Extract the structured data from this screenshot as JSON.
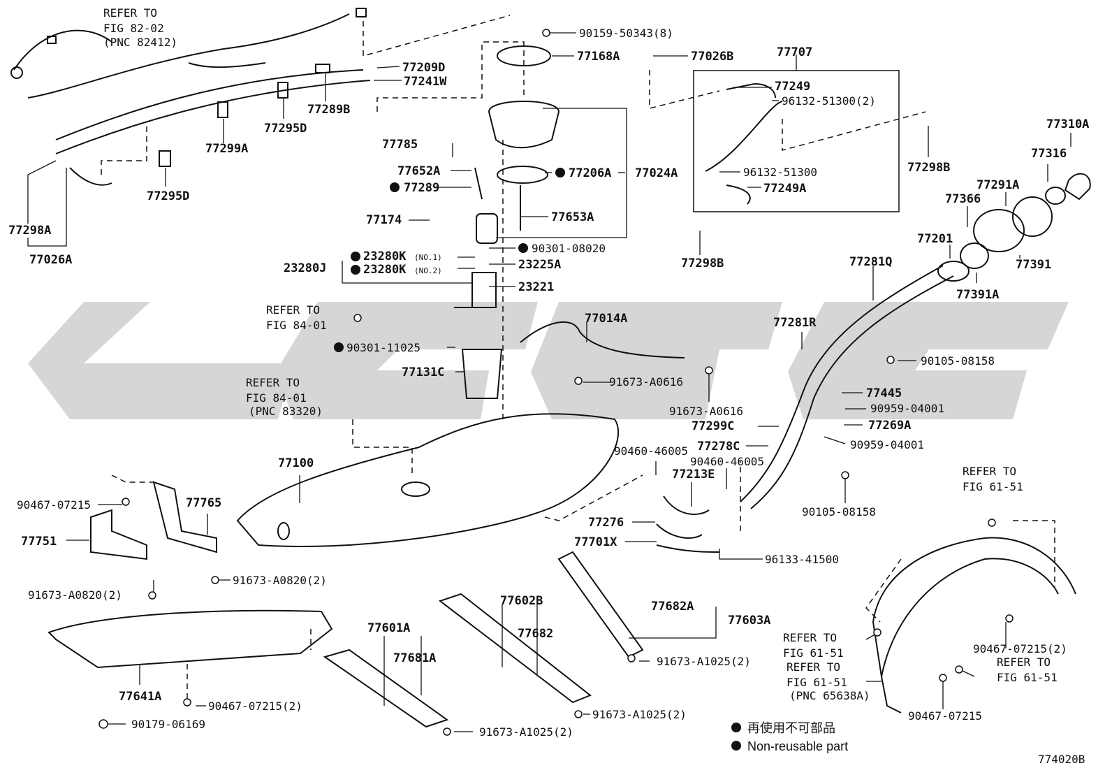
{
  "diagram": {
    "code": "774020B",
    "legend": [
      {
        "marker": "●",
        "text": "再使用不可部品"
      },
      {
        "marker": "●",
        "text": "Non-reusable part"
      }
    ],
    "refs": {
      "fig82": [
        "REFER TO",
        "FIG 82-02",
        "(PNC 82412)"
      ],
      "fig84a": [
        "REFER TO",
        "FIG 84-01"
      ],
      "fig84b": [
        "REFER TO",
        "FIG 84-01",
        "(PNC 83320)"
      ],
      "fig61a": [
        "REFER TO",
        "FIG 61-51"
      ],
      "fig61b": [
        "REFER TO",
        "FIG 61-51"
      ],
      "fig61c": [
        "REFER TO",
        "FIG 61-51",
        "(PNC 65638A)"
      ],
      "fig61d": [
        "REFER TO",
        "FIG 61-51"
      ]
    },
    "labels": {
      "p90159": "90159-50343(8)",
      "p77168A": "77168A",
      "p77026B": "77026B",
      "p77707": "77707",
      "p77209D": "77209D",
      "p77241W": "77241W",
      "p77289B": "77289B",
      "p77295D_a": "77295D",
      "p77299A": "77299A",
      "p77295D_b": "77295D",
      "p77298A": "77298A",
      "p77026A": "77026A",
      "p77249": "77249",
      "p96132_2": "96132-51300(2)",
      "p96132": "96132-51300",
      "p77249A": "77249A",
      "p77298B_a": "77298B",
      "p77298B_b": "77298B",
      "p77310A": "77310A",
      "p77316": "77316",
      "p77291A": "77291A",
      "p77366": "77366",
      "p77201": "77201",
      "p77391": "77391",
      "p77391A": "77391A",
      "p77785": "77785",
      "p77652A": "77652A",
      "p77206A": "77206A",
      "p77024A": "77024A",
      "p77289": "77289",
      "p77174": "77174",
      "p77653A": "77653A",
      "p23280K1": "23280K",
      "p23280K2": "23280K",
      "no1": "(NO.1)",
      "no2": "(NO.2)",
      "p23280J": "23280J",
      "p90301_08020": "90301-08020",
      "p23225A": "23225A",
      "p23221": "23221",
      "p77281Q": "77281Q",
      "p77014A": "77014A",
      "p77281R": "77281R",
      "p90301_11025": "90301-11025",
      "p90105_a": "90105-08158",
      "p77131C": "77131C",
      "p91673_A0616_a": "91673-A0616",
      "p91673_A0616_b": "91673-A0616",
      "p77445": "77445",
      "p90959_a": "90959-04001",
      "p77299C": "77299C",
      "p77269A": "77269A",
      "p90959_b": "90959-04001",
      "p90460_a": "90460-46005",
      "p77278C": "77278C",
      "p90460_b": "90460-46005",
      "p77213E": "77213E",
      "p77100": "77100",
      "p90105_b": "90105-08158",
      "p90467_a": "90467-07215",
      "p77765": "77765",
      "p77751": "77751",
      "p77276": "77276",
      "p77701X": "77701X",
      "p96133": "96133-41500",
      "p91673_A0820_a": "91673-A0820(2)",
      "p91673_A0820_b": "91673-A0820(2)",
      "p77602B": "77602B",
      "p77682A": "77682A",
      "p77603A": "77603A",
      "p77601A": "77601A",
      "p77682": "77682",
      "p77681A": "77681A",
      "p90467_b": "90467-07215(2)",
      "p91673_A1025_a": "91673-A1025(2)",
      "p77641A": "77641A",
      "p90467_c": "90467-07215(2)",
      "p91673_A1025_b": "91673-A1025(2)",
      "p90179": "90179-06169",
      "p91673_A1025_c": "91673-A1025(2)",
      "p90467_d": "90467-07215"
    },
    "non_reusable_marked": [
      "77206A",
      "77289",
      "23280K",
      "90301-08020",
      "90301-11025"
    ]
  }
}
